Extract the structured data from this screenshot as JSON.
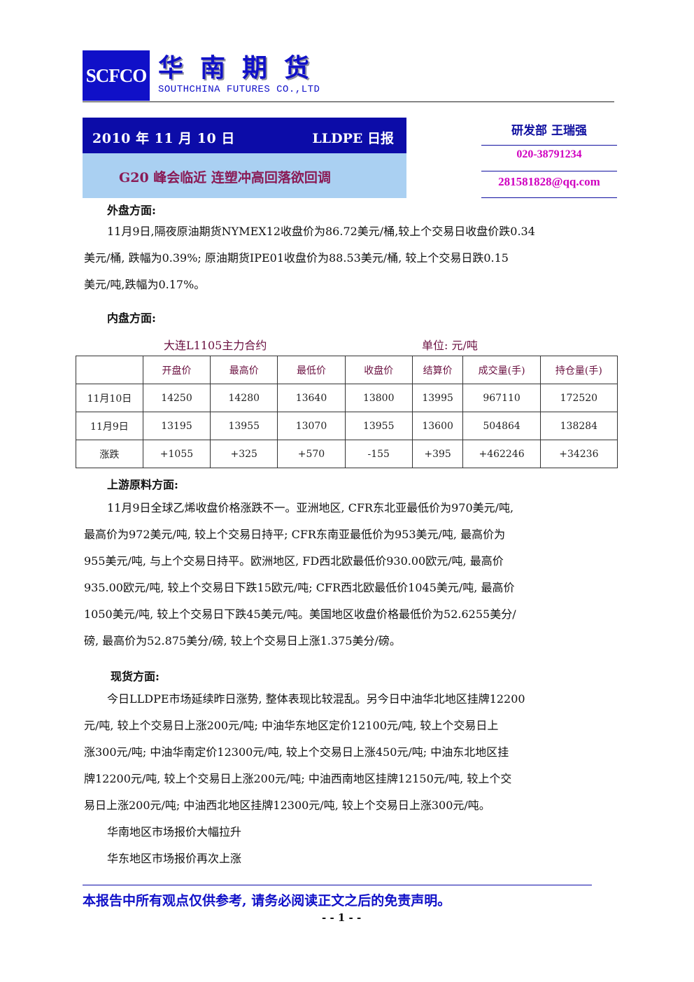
{
  "header": {
    "logo": "SCFCO",
    "company_cn": "华南期货",
    "company_en": "SOUTHCHINA FUTURES CO.,LTD"
  },
  "title": {
    "date": "2010 年 11 月 10 日",
    "report": "LLDPE 日报",
    "headline": "G20 峰会临近  连塑冲高回落欲回调"
  },
  "contact": {
    "author": "研发部 王瑞强",
    "phone": "020-38791234",
    "email": "281581828@qq.com"
  },
  "external": {
    "heading": "外盘方面:",
    "lines": [
      "11月9日,隔夜原油期货NYMEX12收盘价为86.72美元/桶,较上个交易日收盘价跌0.34",
      "美元/桶, 跌幅为0.39%; 原油期货IPE01收盘价为88.53美元/桶, 较上个交易日跌0.15",
      "美元/吨,跌幅为0.17%。"
    ]
  },
  "domestic": {
    "heading": "内盘方面:",
    "contract": "大连L1105主力合约",
    "unit": "单位: 元/吨",
    "table": {
      "headers": [
        "",
        "开盘价",
        "最高价",
        "最低价",
        "收盘价",
        "结算价",
        "成交量(手)",
        "持仓量(手)"
      ],
      "rows": [
        [
          "11月10日",
          "14250",
          "14280",
          "13640",
          "13800",
          "13995",
          "967110",
          "172520"
        ],
        [
          "11月9日",
          "13195",
          "13955",
          "13070",
          "13955",
          "13600",
          "504864",
          "138284"
        ],
        [
          "涨跌",
          "+1055",
          "+325",
          "+570",
          "-155",
          "+395",
          "+462246",
          "+34236"
        ]
      ]
    }
  },
  "upstream": {
    "heading": "上游原料方面:",
    "lines": [
      "11月9日全球乙烯收盘价格涨跌不一。亚洲地区, CFR东北亚最低价为970美元/吨,",
      "最高价为972美元/吨, 较上个交易日持平; CFR东南亚最低价为953美元/吨, 最高价为",
      "955美元/吨, 与上个交易日持平。欧洲地区, FD西北欧最低价930.00欧元/吨, 最高价",
      "935.00欧元/吨, 较上个交易日下跌15欧元/吨; CFR西北欧最低价1045美元/吨, 最高价",
      "1050美元/吨, 较上个交易日下跌45美元/吨。美国地区收盘价格最低价为52.6255美分/",
      "磅, 最高价为52.875美分/磅, 较上个交易日上涨1.375美分/磅。"
    ]
  },
  "spot": {
    "heading": "现货方面:",
    "lines": [
      "今日LLDPE市场延续昨日涨势, 整体表现比较混乱。另今日中油华北地区挂牌12200",
      "元/吨, 较上个交易日上涨200元/吨; 中油华东地区定价12100元/吨, 较上个交易日上",
      "涨300元/吨; 中油华南定价12300元/吨, 较上个交易日上涨450元/吨; 中油东北地区挂",
      "牌12200元/吨, 较上个交易日上涨200元/吨; 中油西南地区挂牌12150元/吨, 较上个交",
      "易日上涨200元/吨; 中油西北地区挂牌12300元/吨, 较上个交易日上涨300元/吨。"
    ],
    "notes": [
      "华南地区市场报价大幅拉升",
      "华东地区市场报价再次上涨"
    ]
  },
  "footer": {
    "disclaimer": "本报告中所有观点仅供参考, 请务必阅读正文之后的免责声明。",
    "page": "- - 1 - -"
  }
}
